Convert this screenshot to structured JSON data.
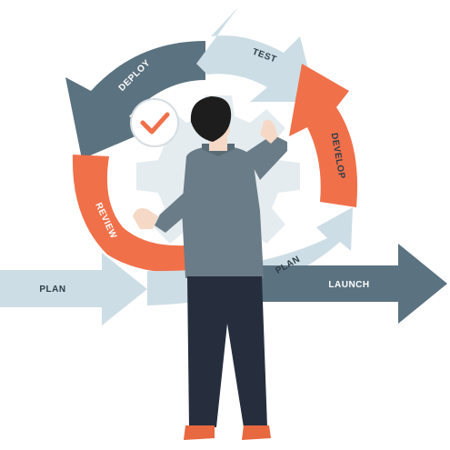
{
  "labels": {
    "plan_left": "PLAN",
    "deploy": "DEPLOY",
    "test": "TEST",
    "develop": "DEVELOP",
    "review": "REVIEW",
    "plan_cycle": "PLAN",
    "launch": "LAUNCH"
  },
  "icons": {
    "badge": "checkmark-icon",
    "background": "gear-icon"
  },
  "colors": {
    "slate": "#5b7280",
    "light_blue": "#cddde5",
    "orange": "#f0704a",
    "gear": "#e5ecf0",
    "label_dark": "#2d3e48",
    "label_light": "#ffffff",
    "jacket": "#6a7c87",
    "trousers": "#262e3e",
    "hair": "#1d1d1d",
    "skin": "#f5d9c6",
    "shoes": "#e8683f"
  }
}
